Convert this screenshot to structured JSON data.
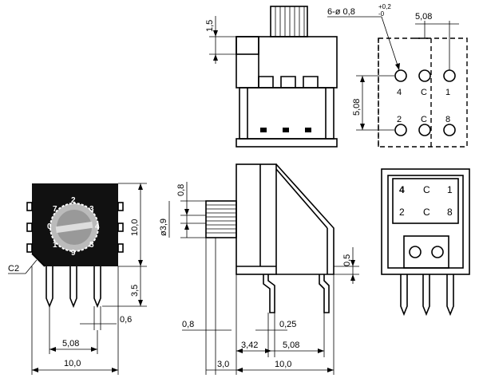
{
  "dimensions": {
    "top_height": "1,5",
    "hole_spec": "6-ø 0,8",
    "hole_tol_upper": "+0,2",
    "hole_tol_lower": "-0",
    "pitch_x": "5,08",
    "pitch_y": "5,08",
    "pitch_bottom_left": "5,08",
    "total_width_left": "10,0",
    "body_height_left": "10,0",
    "pin_len": "3,5",
    "pin_width": "0,6",
    "chamfer": "C2",
    "shaft_dia": "ø3,9",
    "shaft_len": "0,8",
    "pin_offset_side": "0,8",
    "pin_thk": "0,25",
    "side_offset": "3,42",
    "side_pitch": "5,08",
    "side_base": "3,0",
    "side_width": "10,0",
    "standoff": "0,5"
  },
  "footprint": {
    "top_row": [
      "4",
      "C",
      "1"
    ],
    "bottom_row": [
      "2",
      "C",
      "8"
    ]
  },
  "dial_numbers": [
    "2",
    "3",
    "4",
    "5",
    "9",
    "1",
    "0",
    "7"
  ],
  "back_label": {
    "row1": [
      "4",
      "C",
      "1"
    ],
    "row2": [
      "2",
      "C",
      "8"
    ]
  }
}
